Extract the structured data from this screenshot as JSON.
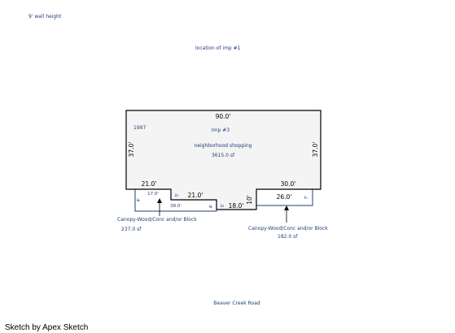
{
  "header_note": "9' wall height",
  "location_note": "location of imp #1",
  "building": {
    "top_dim": "90.0'",
    "year": "1997",
    "imp_label": "Imp #3",
    "use": "neighborhood shopping",
    "area": "3615.0 sf",
    "left_dim": "37.0'",
    "right_dim": "37.0'",
    "bottom_left_dim": "21.0'",
    "notch_dim_1": "5'",
    "notch_mid_dim": "21.0'",
    "notch_dim_2": "5'",
    "notch_bottom_dim": "18.0'",
    "notch_right_dim": "10'",
    "bottom_right_dim": "30.0'"
  },
  "canopy_left": {
    "left_dim": "4'",
    "top_dim": "17.0'",
    "bottom_dim": "38.0'",
    "notch_dim": "5'",
    "right_dim": "4'",
    "label": "Canopy-Wood/Conc and/or Block",
    "area": "237.0 sf"
  },
  "canopy_right": {
    "top_dim": "26.0'",
    "right_dim": "7'",
    "label": "Canopy-Wood/Conc and/or Block",
    "area": "182.0 sf"
  },
  "road_label": "Beaver Creek Road",
  "footer": "Sketch by Apex Sketch"
}
